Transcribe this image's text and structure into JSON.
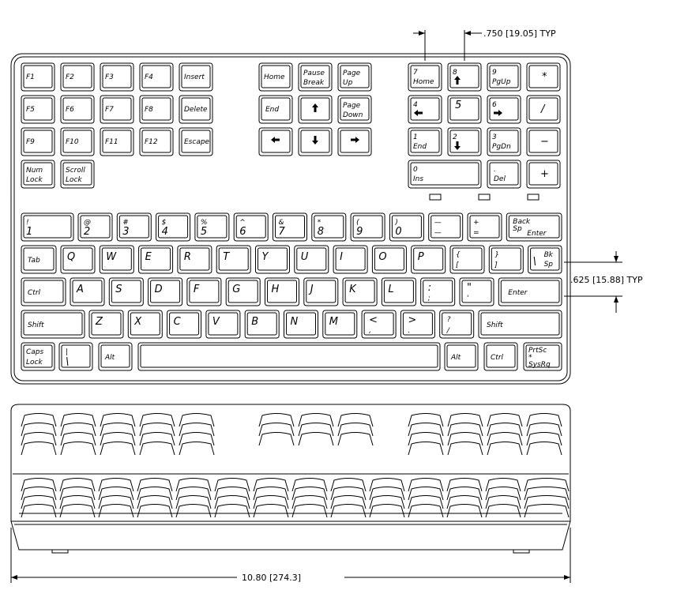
{
  "dimensions": {
    "key_pitch": ".750 [19.05] TYP",
    "row_pitch": ".625 [15.88] TYP",
    "overall_width": "10.80 [274.3]"
  },
  "top_view": {
    "function_block": [
      [
        "F1",
        "F2",
        "F3",
        "F4",
        "Insert"
      ],
      [
        "F5",
        "F6",
        "F7",
        "F8",
        "Delete"
      ],
      [
        "F9",
        "F10",
        "F11",
        "F12",
        "Escape"
      ],
      [
        "Num Lock",
        "Scroll Lock"
      ]
    ],
    "nav_block": [
      [
        "Home",
        "Pause Break",
        "Page Up"
      ],
      [
        "End",
        "up-arrow-icon",
        "Page Down"
      ],
      [
        "left-arrow-icon",
        "down-arrow-icon",
        "right-arrow-icon"
      ]
    ],
    "numpad": [
      [
        "7 Home",
        "8 up-arrow-icon",
        "9 PgUp",
        "*"
      ],
      [
        "4 left-arrow-icon",
        "5",
        "6 right-arrow-icon",
        "/"
      ],
      [
        "1 End",
        "2 down-arrow-icon",
        "3 PgDn",
        "−"
      ],
      [
        "0 Ins",
        ". Del",
        "+"
      ]
    ],
    "labels": {
      "f1": "F1",
      "f2": "F2",
      "f3": "F3",
      "f4": "F4",
      "insert": "Insert",
      "f5": "F5",
      "f6": "F6",
      "f7": "F7",
      "f8": "F8",
      "delete": "Delete",
      "f9": "F9",
      "f10": "F10",
      "f11": "F11",
      "f12": "F12",
      "escape": "Escape",
      "num1": "Num",
      "num2": "Lock",
      "scr1": "Scroll",
      "scr2": "Lock",
      "home": "Home",
      "pause1": "Pause",
      "pause2": "Break",
      "pgup1": "Page",
      "pgup2": "Up",
      "end": "End",
      "pgdn1": "Page",
      "pgdn2": "Down",
      "np7a": "7",
      "np7b": "Home",
      "np8": "8",
      "np9a": "9",
      "np9b": "PgUp",
      "npstar": "*",
      "np4": "4",
      "np5": "5",
      "np6": "6",
      "npslash": "/",
      "np1a": "1",
      "np1b": "End",
      "np2": "2",
      "np3a": "3",
      "np3b": "PgDn",
      "npminus": "−",
      "np0a": "0",
      "np0b": "Ins",
      "npdota": ".",
      "npdotb": "Del",
      "npplus": "+",
      "r1": [
        "!",
        "1",
        "@",
        "2",
        "#",
        "3",
        "$",
        "4",
        "%",
        "5",
        "^",
        "6",
        "&",
        "7",
        "*",
        "8",
        "(",
        "9",
        ")",
        "0"
      ],
      "minus_t": "—",
      "minus_b": "—",
      "plus_t": "+",
      "plus_b": "=",
      "bs1": "Back",
      "bs2": "Sp",
      "bs3": "Enter",
      "tab": "Tab",
      "qrow": [
        "Q",
        "W",
        "E",
        "R",
        "T",
        "Y",
        "U",
        "I",
        "O",
        "P"
      ],
      "lbr_t": "{",
      "lbr_b": "[",
      "rbr_t": "}",
      "rbr_b": "]",
      "bk1": "Bk",
      "bk2": "Sp",
      "bkc": "\\",
      "ctrl": "Ctrl",
      "arow": [
        "A",
        "S",
        "D",
        "F",
        "G",
        "H",
        "J",
        "K",
        "L"
      ],
      "semi": ":",
      "semib": ";",
      "quote": "\"",
      "quoteb": "'",
      "enter": "Enter",
      "shift": "Shift",
      "zrow": [
        "Z",
        "X",
        "C",
        "V",
        "B",
        "N",
        "M"
      ],
      "lt_t": "<",
      "lt_b": ",",
      "gt_t": ">",
      "gt_b": ".",
      "q_t": "?",
      "q_b": "/",
      "shiftr": "Shift",
      "caps1": "Caps",
      "caps2": "Lock",
      "pipe_t": "|",
      "pipe_b": "\\",
      "alt": "Alt",
      "altr": "Alt",
      "ctrlr": "Ctrl",
      "prt1": "PrtSc",
      "prt2": "*",
      "prt3": "SysRq"
    }
  }
}
